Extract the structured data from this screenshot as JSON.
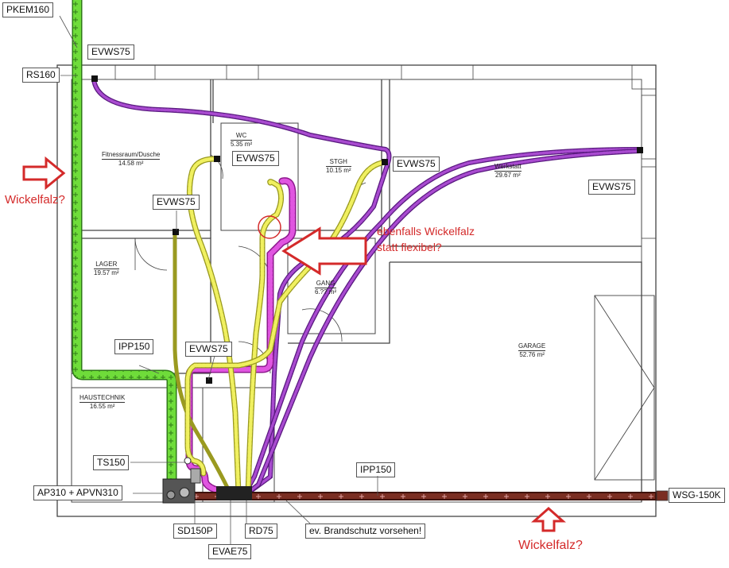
{
  "labels": {
    "pkem160": "PKEM160",
    "evws75_top": "EVWS75",
    "rs160": "RS160",
    "evws75_wc": "EVWS75",
    "evws75_stgh": "EVWS75",
    "evws75_werkstatt": "EVWS75",
    "evws75_lager": "EVWS75",
    "evws75_center": "EVWS75",
    "ipp150_left": "IPP150",
    "ts150": "TS150",
    "ap310": "AP310 + APVN310",
    "sd150p": "SD150P",
    "evae75": "EVAE75",
    "rd75": "RD75",
    "brandschutz": "ev. Brandschutz vorsehen!",
    "ipp150_bottom": "IPP150",
    "wsg150k": "WSG-150K"
  },
  "rooms": {
    "fitness": {
      "name": "Fitnessraum/Dusche",
      "area": "14.58 m²"
    },
    "wc": {
      "name": "WC",
      "area": "5.35 m²"
    },
    "stgh": {
      "name": "STGH",
      "area": "10.15 m²"
    },
    "werkstatt": {
      "name": "Werkstatt",
      "area": "29.67 m²"
    },
    "lager": {
      "name": "LAGER",
      "area": "19.57 m²"
    },
    "gang": {
      "name": "GANG",
      "area": "6.?? m²"
    },
    "garage": {
      "name": "GARAGE",
      "area": "52.76 m²"
    },
    "haustechnik": {
      "name": "HAUSTECHNIK",
      "area": "16.55 m²"
    }
  },
  "notes": {
    "wickelfalz_left": "Wickelfalz?",
    "flex_line1": "ebenfalls Wickelfalz",
    "flex_line2": "statt flexibel?",
    "wickelfalz_bottom": "Wickelfalz?"
  },
  "colors": {
    "supply_green": "#6fdc3a",
    "purple_flex": "#8a2bb0",
    "yellow_flex": "#e8e85a",
    "magenta_flex": "#cc33cc",
    "brown_duct": "#7a2e22",
    "annotation_red": "#d42a2a",
    "wall": "#444444"
  }
}
